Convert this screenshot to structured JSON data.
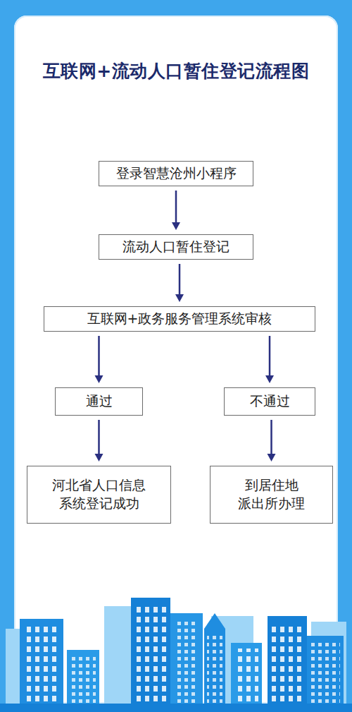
{
  "diagram": {
    "title": "互联网+流动人口暂住登记流程图",
    "nodes": [
      {
        "text": [
          "登录智慧沧州小程序"
        ]
      },
      {
        "text": [
          "流动人口暂住登记"
        ]
      },
      {
        "text": [
          "互联网+政务服务管理系统审核"
        ]
      },
      {
        "text": [
          "通过"
        ]
      },
      {
        "text": [
          "不通过"
        ]
      },
      {
        "text": [
          "河北省人口信息 系统登记成功"
        ]
      },
      {
        "text": [
          "到居住地 派出所办理"
        ]
      }
    ],
    "edges": [
      {
        "from": 0,
        "to": 1,
        "arrow": "to"
      },
      {
        "from": 1,
        "to": 2,
        "arrow": "to"
      },
      {
        "from": 2,
        "to": 3,
        "arrow": "to"
      },
      {
        "from": 2,
        "to": 4,
        "arrow": "to"
      },
      {
        "from": 3,
        "to": 5,
        "arrow": "to"
      },
      {
        "from": 4,
        "to": 6,
        "arrow": "to"
      }
    ]
  }
}
